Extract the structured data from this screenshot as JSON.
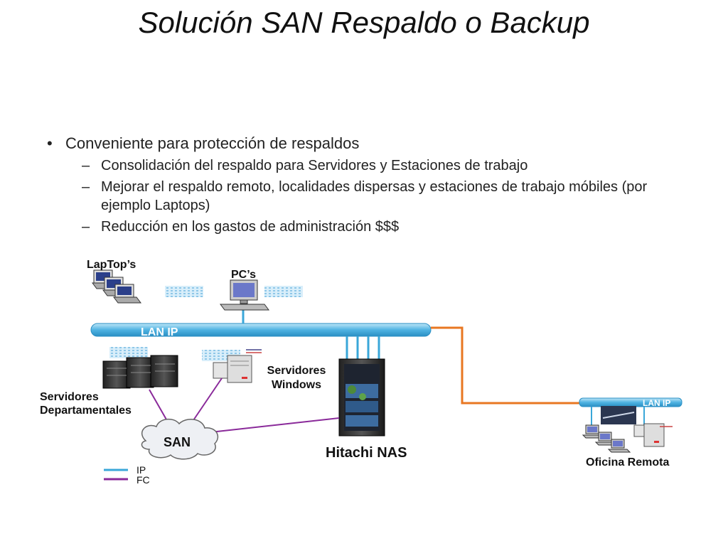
{
  "slide": {
    "title": "Solución SAN Respaldo o Backup",
    "bullets": [
      {
        "text": "Conveniente para protección de respaldos",
        "sub": [
          "Consolidación del respaldo para Servidores y Estaciones de trabajo",
          "Mejorar el respaldo remoto, localidades dispersas y estaciones de trabajo móbiles (por ejemplo Laptops)",
          "Reducción en los gastos de administración $$$"
        ]
      }
    ]
  },
  "diagram": {
    "laptops_label": "LapTop’s",
    "pcs_label": "PC’s",
    "lan_label": "LAN IP",
    "servers_dept_label": "Servidores Departamentales",
    "servers_windows_label": "Servidores Windows",
    "san_label": "SAN",
    "nas_label": "Hitachi NAS",
    "remote_lan_label": "LAN IP",
    "remote_office_label": "Oficina Remota",
    "legend": [
      {
        "label": "IP",
        "color": "#3aa7d9"
      },
      {
        "label": "FC",
        "color": "#8a2a9a"
      }
    ],
    "colors": {
      "lan_bus": "#5bbde6",
      "fc_link": "#8a2a9a",
      "remote_link": "#e87722"
    }
  }
}
